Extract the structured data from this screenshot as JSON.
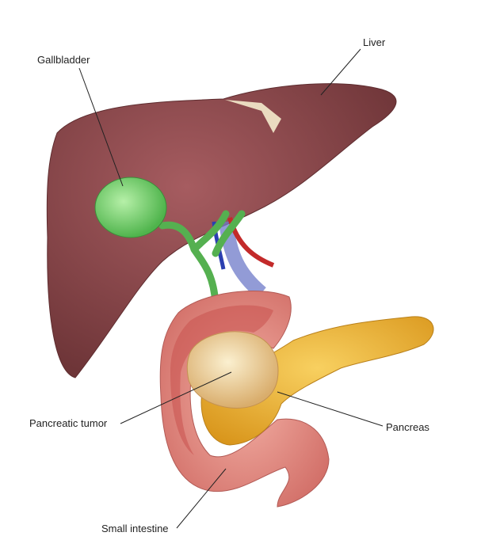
{
  "labels": {
    "liver": "Liver",
    "gallbladder": "Gallbladder",
    "pancreatic_tumor": "Pancreatic tumor",
    "pancreas": "Pancreas",
    "small_intestine": "Small intestine"
  },
  "colors": {
    "liver": "#8b4a4f",
    "gallbladder": "#7fd07a",
    "pancreas": "#f0b832",
    "intestine": "#e8928a",
    "tumor": "#f1dcae",
    "leader_line": "#222222"
  }
}
